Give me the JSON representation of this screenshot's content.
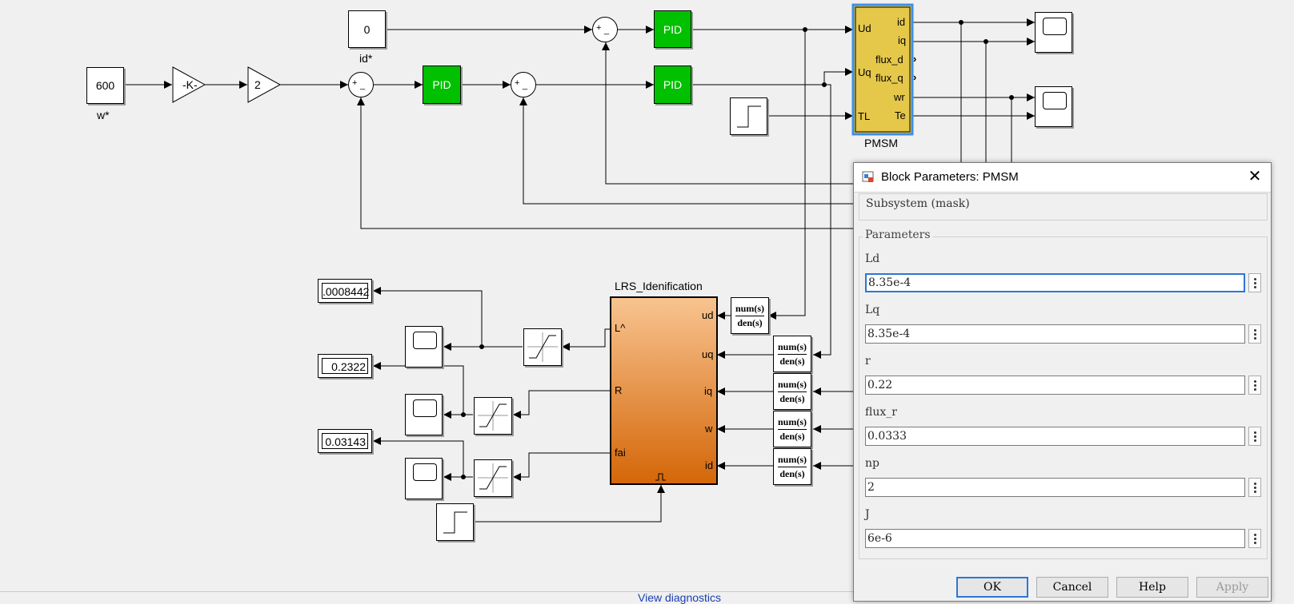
{
  "diagram": {
    "constant_id": "0",
    "constant_w": "600",
    "label_id_ref": "id*",
    "label_w_ref": "w*",
    "gain_k": "-K-",
    "gain_2": "2",
    "pid_label": "PID",
    "sum_plus": "+",
    "sum_minus": "_",
    "pmsm": {
      "name": "PMSM",
      "inputs": [
        "Ud",
        "Uq",
        "TL"
      ],
      "outputs": [
        "id",
        "iq",
        "flux_d",
        "flux_q",
        "wr",
        "Te"
      ]
    },
    "lrs": {
      "name": "LRS_Idenification",
      "inputs": [
        "ud",
        "uq",
        "iq",
        "w",
        "id"
      ],
      "outputs": [
        "L^",
        "R",
        "fai"
      ]
    },
    "tf_num": "num(s)",
    "tf_den": "den(s)",
    "displays": [
      ".0008442",
      "0.2322",
      "0.03143"
    ]
  },
  "dialog": {
    "title": "Block Parameters: PMSM",
    "subtitle": "Subsystem (mask)",
    "group_label": "Parameters",
    "params": [
      {
        "label": "Ld",
        "value": "8.35e-4"
      },
      {
        "label": "Lq",
        "value": "8.35e-4"
      },
      {
        "label": "r",
        "value": "0.22"
      },
      {
        "label": "flux_r",
        "value": "0.0333"
      },
      {
        "label": "np",
        "value": "2"
      },
      {
        "label": "J",
        "value": "6e-6"
      }
    ],
    "buttons": {
      "ok": "OK",
      "cancel": "Cancel",
      "help": "Help",
      "apply": "Apply"
    }
  },
  "status": {
    "link": "View diagnostics"
  },
  "colors": {
    "pid": "#00c000",
    "pmsm": "#e5c84a",
    "pmsm_border": "#3c8fe8",
    "lrs_top": "#f8c490",
    "lrs_bottom": "#d46608",
    "selection": "#2b76d8"
  }
}
